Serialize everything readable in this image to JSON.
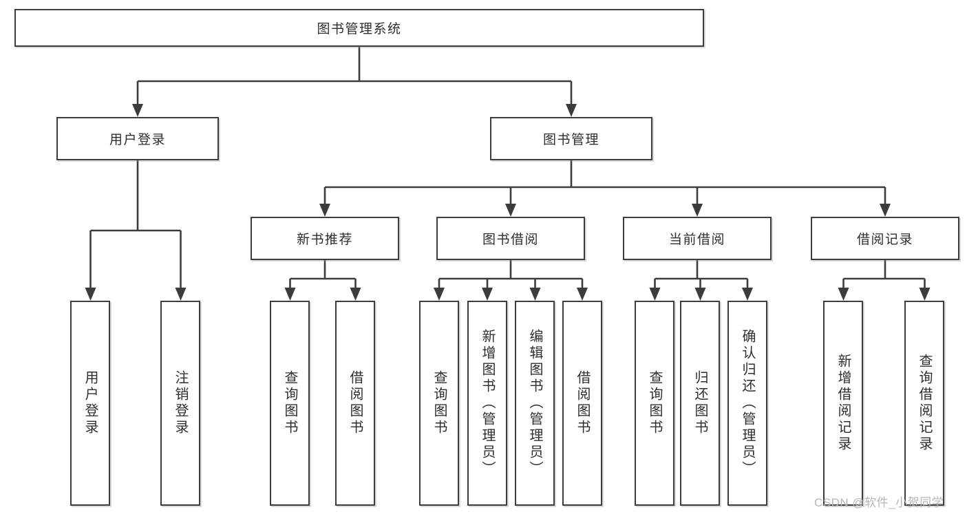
{
  "root": {
    "label": "图书管理系统"
  },
  "level2": [
    {
      "label": "用户登录"
    },
    {
      "label": "图书管理"
    }
  ],
  "level3": [
    {
      "label": "新书推荐",
      "parent": "图书管理"
    },
    {
      "label": "图书借阅",
      "parent": "图书管理"
    },
    {
      "label": "当前借阅",
      "parent": "图书管理"
    },
    {
      "label": "借阅记录",
      "parent": "图书管理"
    }
  ],
  "leaves": [
    {
      "label": "用户登录",
      "parent": "用户登录"
    },
    {
      "label": "注销登录",
      "parent": "用户登录"
    },
    {
      "label": "查询图书",
      "parent": "新书推荐"
    },
    {
      "label": "借阅图书",
      "parent": "新书推荐"
    },
    {
      "label": "查询图书",
      "parent": "图书借阅"
    },
    {
      "label": "新增图书（管理员）",
      "parent": "图书借阅"
    },
    {
      "label": "编辑图书（管理员）",
      "parent": "图书借阅"
    },
    {
      "label": "借阅图书",
      "parent": "图书借阅"
    },
    {
      "label": "查询图书",
      "parent": "当前借阅"
    },
    {
      "label": "归还图书",
      "parent": "当前借阅"
    },
    {
      "label": "确认归还（管理员）",
      "parent": "当前借阅"
    },
    {
      "label": "新增借阅记录",
      "parent": "借阅记录"
    },
    {
      "label": "查询借阅记录",
      "parent": "借阅记录"
    }
  ],
  "watermark": "CSDN @软件_小贺同学",
  "colors": {
    "line": "#3c3c3c",
    "box_border": "#3c3c3c",
    "box_fill": "#ffffff",
    "text": "#2e2e2e",
    "watermark": "#b2b5ba"
  }
}
